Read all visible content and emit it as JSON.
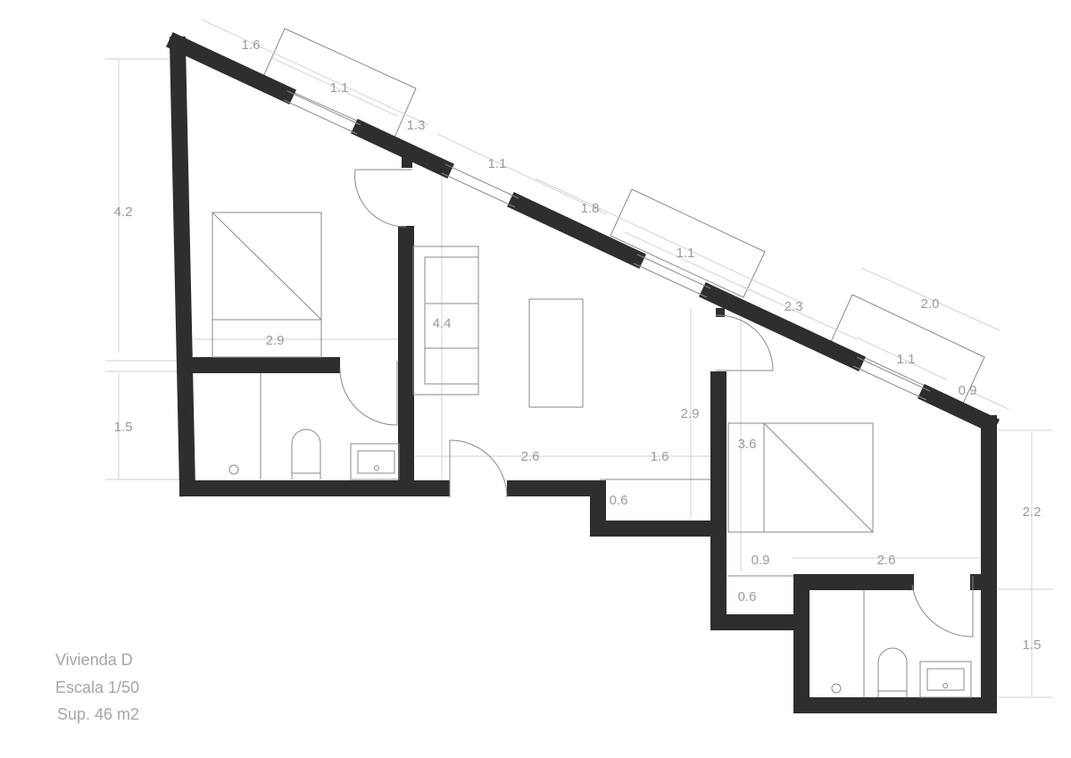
{
  "plan": {
    "name": "Vivienda D",
    "scale": "Escala 1/50",
    "area": "Sup. 46 m2"
  },
  "dimensions": {
    "top_1": "1.6",
    "top_2": "1.1",
    "top_3": "1.3",
    "top_4": "1.1",
    "top_5": "1.8",
    "top_6": "1.1",
    "top_7": "2.3",
    "top_8": "2.0",
    "top_9": "1.1",
    "top_10": "0.9",
    "left_height_bedroom": "4.2",
    "left_height_bath": "1.5",
    "bedroom1_width": "2.9",
    "living_height": "4.4",
    "hall_height": "2.9",
    "living_width": "2.6",
    "hall_width": "1.6",
    "hall_depth": "0.6",
    "bedroom2_height": "3.6",
    "closet_width": "0.9",
    "bedroom2_width": "2.6",
    "closet_depth": "0.6",
    "right_height_bedroom": "2.2",
    "right_height_bath": "1.5"
  },
  "colors": {
    "wall": "#2e2e2e",
    "dimension_text": "#9a9a9a",
    "lines": "#8a8a8a"
  }
}
